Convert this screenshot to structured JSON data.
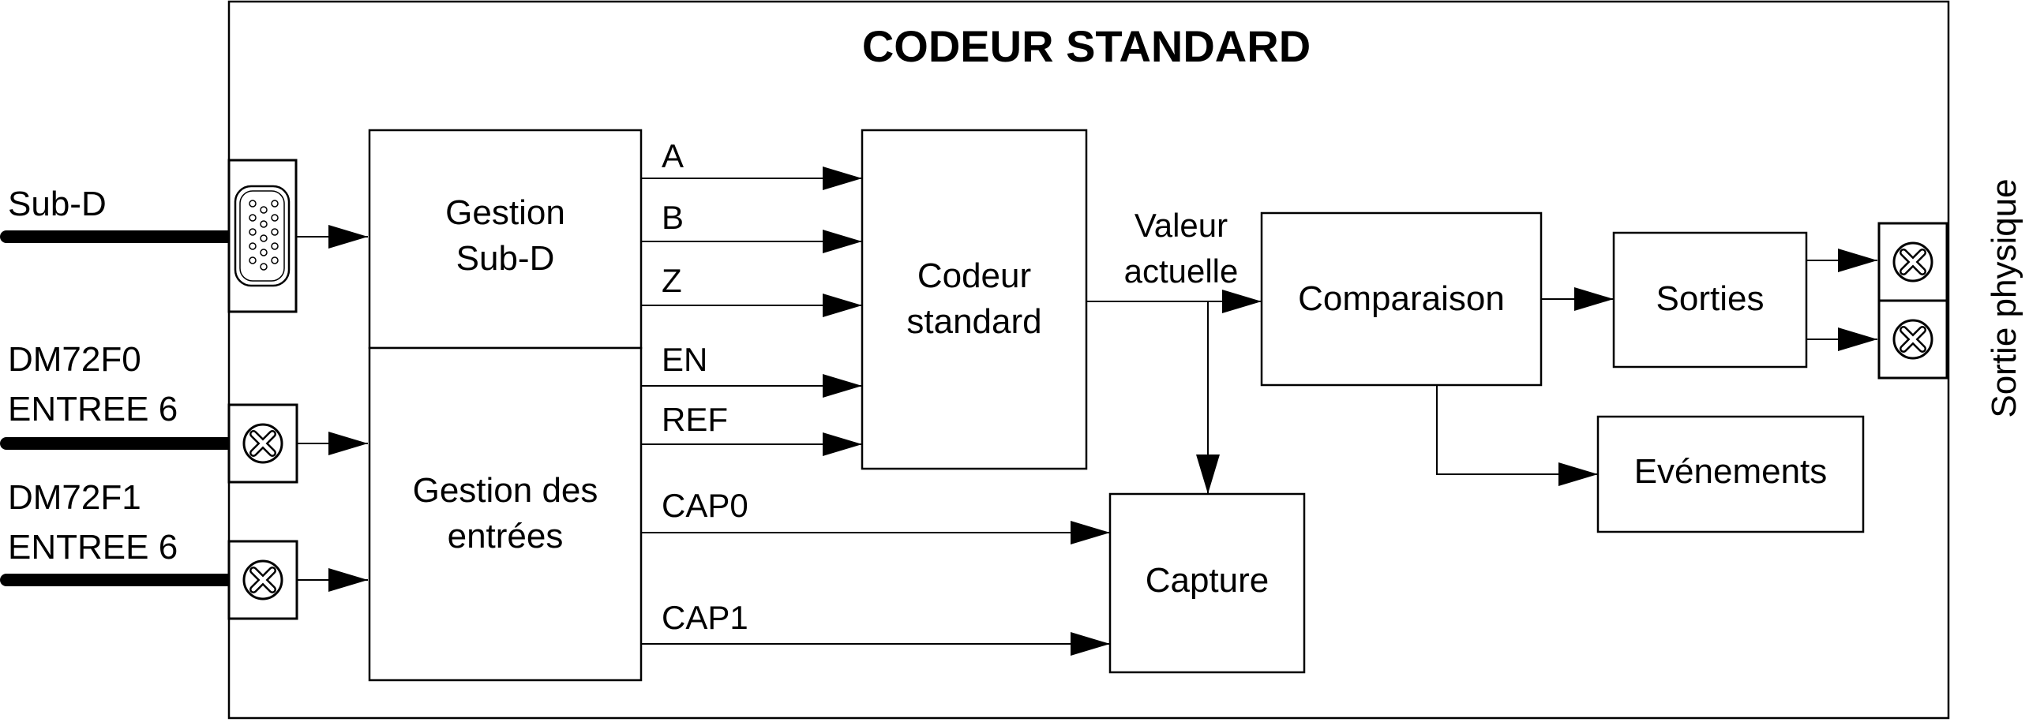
{
  "title": "CODEUR STANDARD",
  "inputs": {
    "subd": "Sub-D",
    "dm72f0_line1": "DM72F0",
    "dm72f0_line2": "ENTREE 6",
    "dm72f1_line1": "DM72F1",
    "dm72f1_line2": "ENTREE 6"
  },
  "blocks": {
    "gestion_subd_line1": "Gestion",
    "gestion_subd_line2": "Sub-D",
    "gestion_entrees_line1": "Gestion des",
    "gestion_entrees_line2": "entrées",
    "codeur_line1": "Codeur",
    "codeur_line2": "standard",
    "comparaison": "Comparaison",
    "sorties": "Sorties",
    "evenements": "Evénements",
    "capture": "Capture"
  },
  "signals": {
    "a": "A",
    "b": "B",
    "z": "Z",
    "en": "EN",
    "ref": "REF",
    "cap0": "CAP0",
    "cap1": "CAP1",
    "valeur_line1": "Valeur",
    "valeur_line2": "actuelle"
  },
  "output_label": "Sortie physique"
}
